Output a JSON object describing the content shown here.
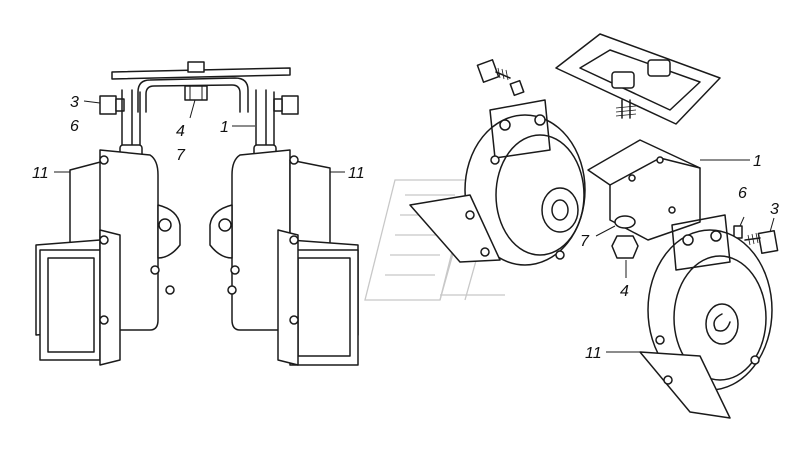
{
  "diagram": {
    "callouts": {
      "left_3": "3",
      "left_6": "6",
      "left_4": "4",
      "left_7": "7",
      "left_1": "1",
      "left_11_a": "11",
      "left_11_b": "11",
      "right_1": "1",
      "right_6": "6",
      "right_3": "3",
      "right_7": "7",
      "right_4": "4",
      "right_11": "11"
    },
    "colors": {
      "ink": "#1a1a1a",
      "paper": "#ffffff",
      "watermark": "#c8c8c8"
    }
  }
}
